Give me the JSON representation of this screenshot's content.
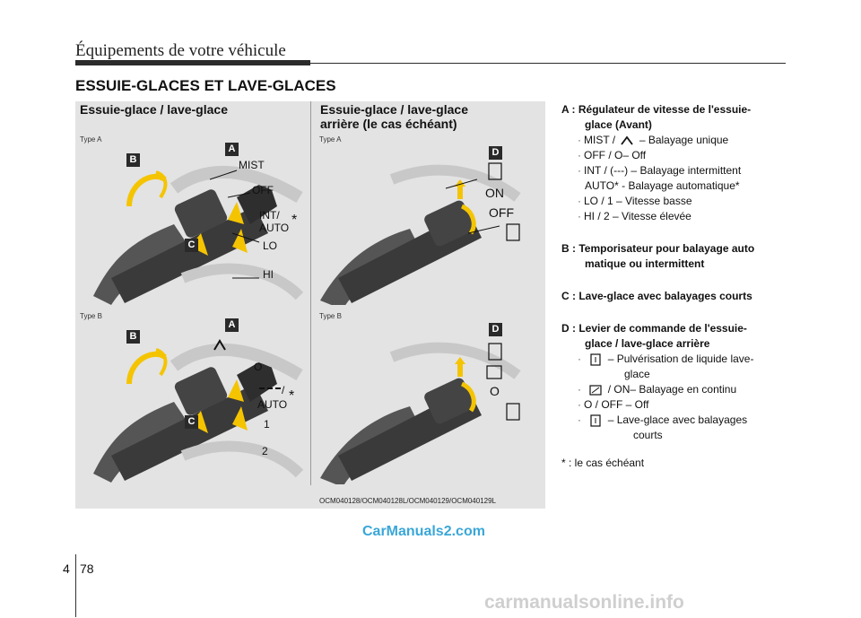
{
  "header": {
    "title": "Équipements de votre véhicule"
  },
  "section_title": "ESSUIE-GLACES ET LAVE-GLACES",
  "left_panel": {
    "title": "Essuie-glace / lave-glace",
    "type_a": "Type A",
    "type_b": "Type B",
    "labels_a": [
      "MIST",
      "OFF",
      "INT/",
      "AUTO",
      "LO",
      "HI"
    ],
    "labels_b": [
      "O",
      "/",
      "AUTO",
      "1",
      "2"
    ],
    "asterisk": "*",
    "badges": {
      "a": "A",
      "b": "B",
      "c": "C"
    }
  },
  "right_panel": {
    "title_line1": "Essuie-glace / lave-glace",
    "title_line2": "arrière (le cas échéant)",
    "type_a": "Type A",
    "type_b": "Type B",
    "labels_a": [
      "ON",
      "OFF"
    ],
    "labels_b": [
      "O"
    ],
    "badge_d": "D"
  },
  "figure_caption": "OCM040128/OCM040128L/OCM040129/OCM040129L",
  "legend": {
    "a_title": "A : Régulateur de vitesse de l'essuie-",
    "a_title2": "glace (Avant)",
    "a_items": [
      "– Balayage unique",
      "OFF / O– Off",
      "INT / (---) – Balayage intermittent",
      "AUTO* - Balayage automatique*",
      "LO / 1 – Vitesse basse",
      "HI / 2 – Vitesse élevée"
    ],
    "a_mist": "MIST /",
    "b_title": "B : Temporisateur pour balayage auto",
    "b_title2": "matique ou intermittent",
    "c_title": "C : Lave-glace avec balayages courts",
    "d_title": "D : Levier de commande de l'essuie-",
    "d_title2": "glace / lave-glace arrière",
    "d_item1": "– Pulvérisation de liquide lave-",
    "d_item1b": "glace",
    "d_item2": "/ ON– Balayage en continu",
    "d_item3": "O / OFF – Off",
    "d_item4": "– Lave-glace avec balayages",
    "d_item4b": "courts",
    "footnote": "* : le cas échéant"
  },
  "watermark": "CarManuals2.com",
  "page": {
    "chapter": "4",
    "number": "78"
  },
  "bottom_watermark": "carmanualsonline.info"
}
